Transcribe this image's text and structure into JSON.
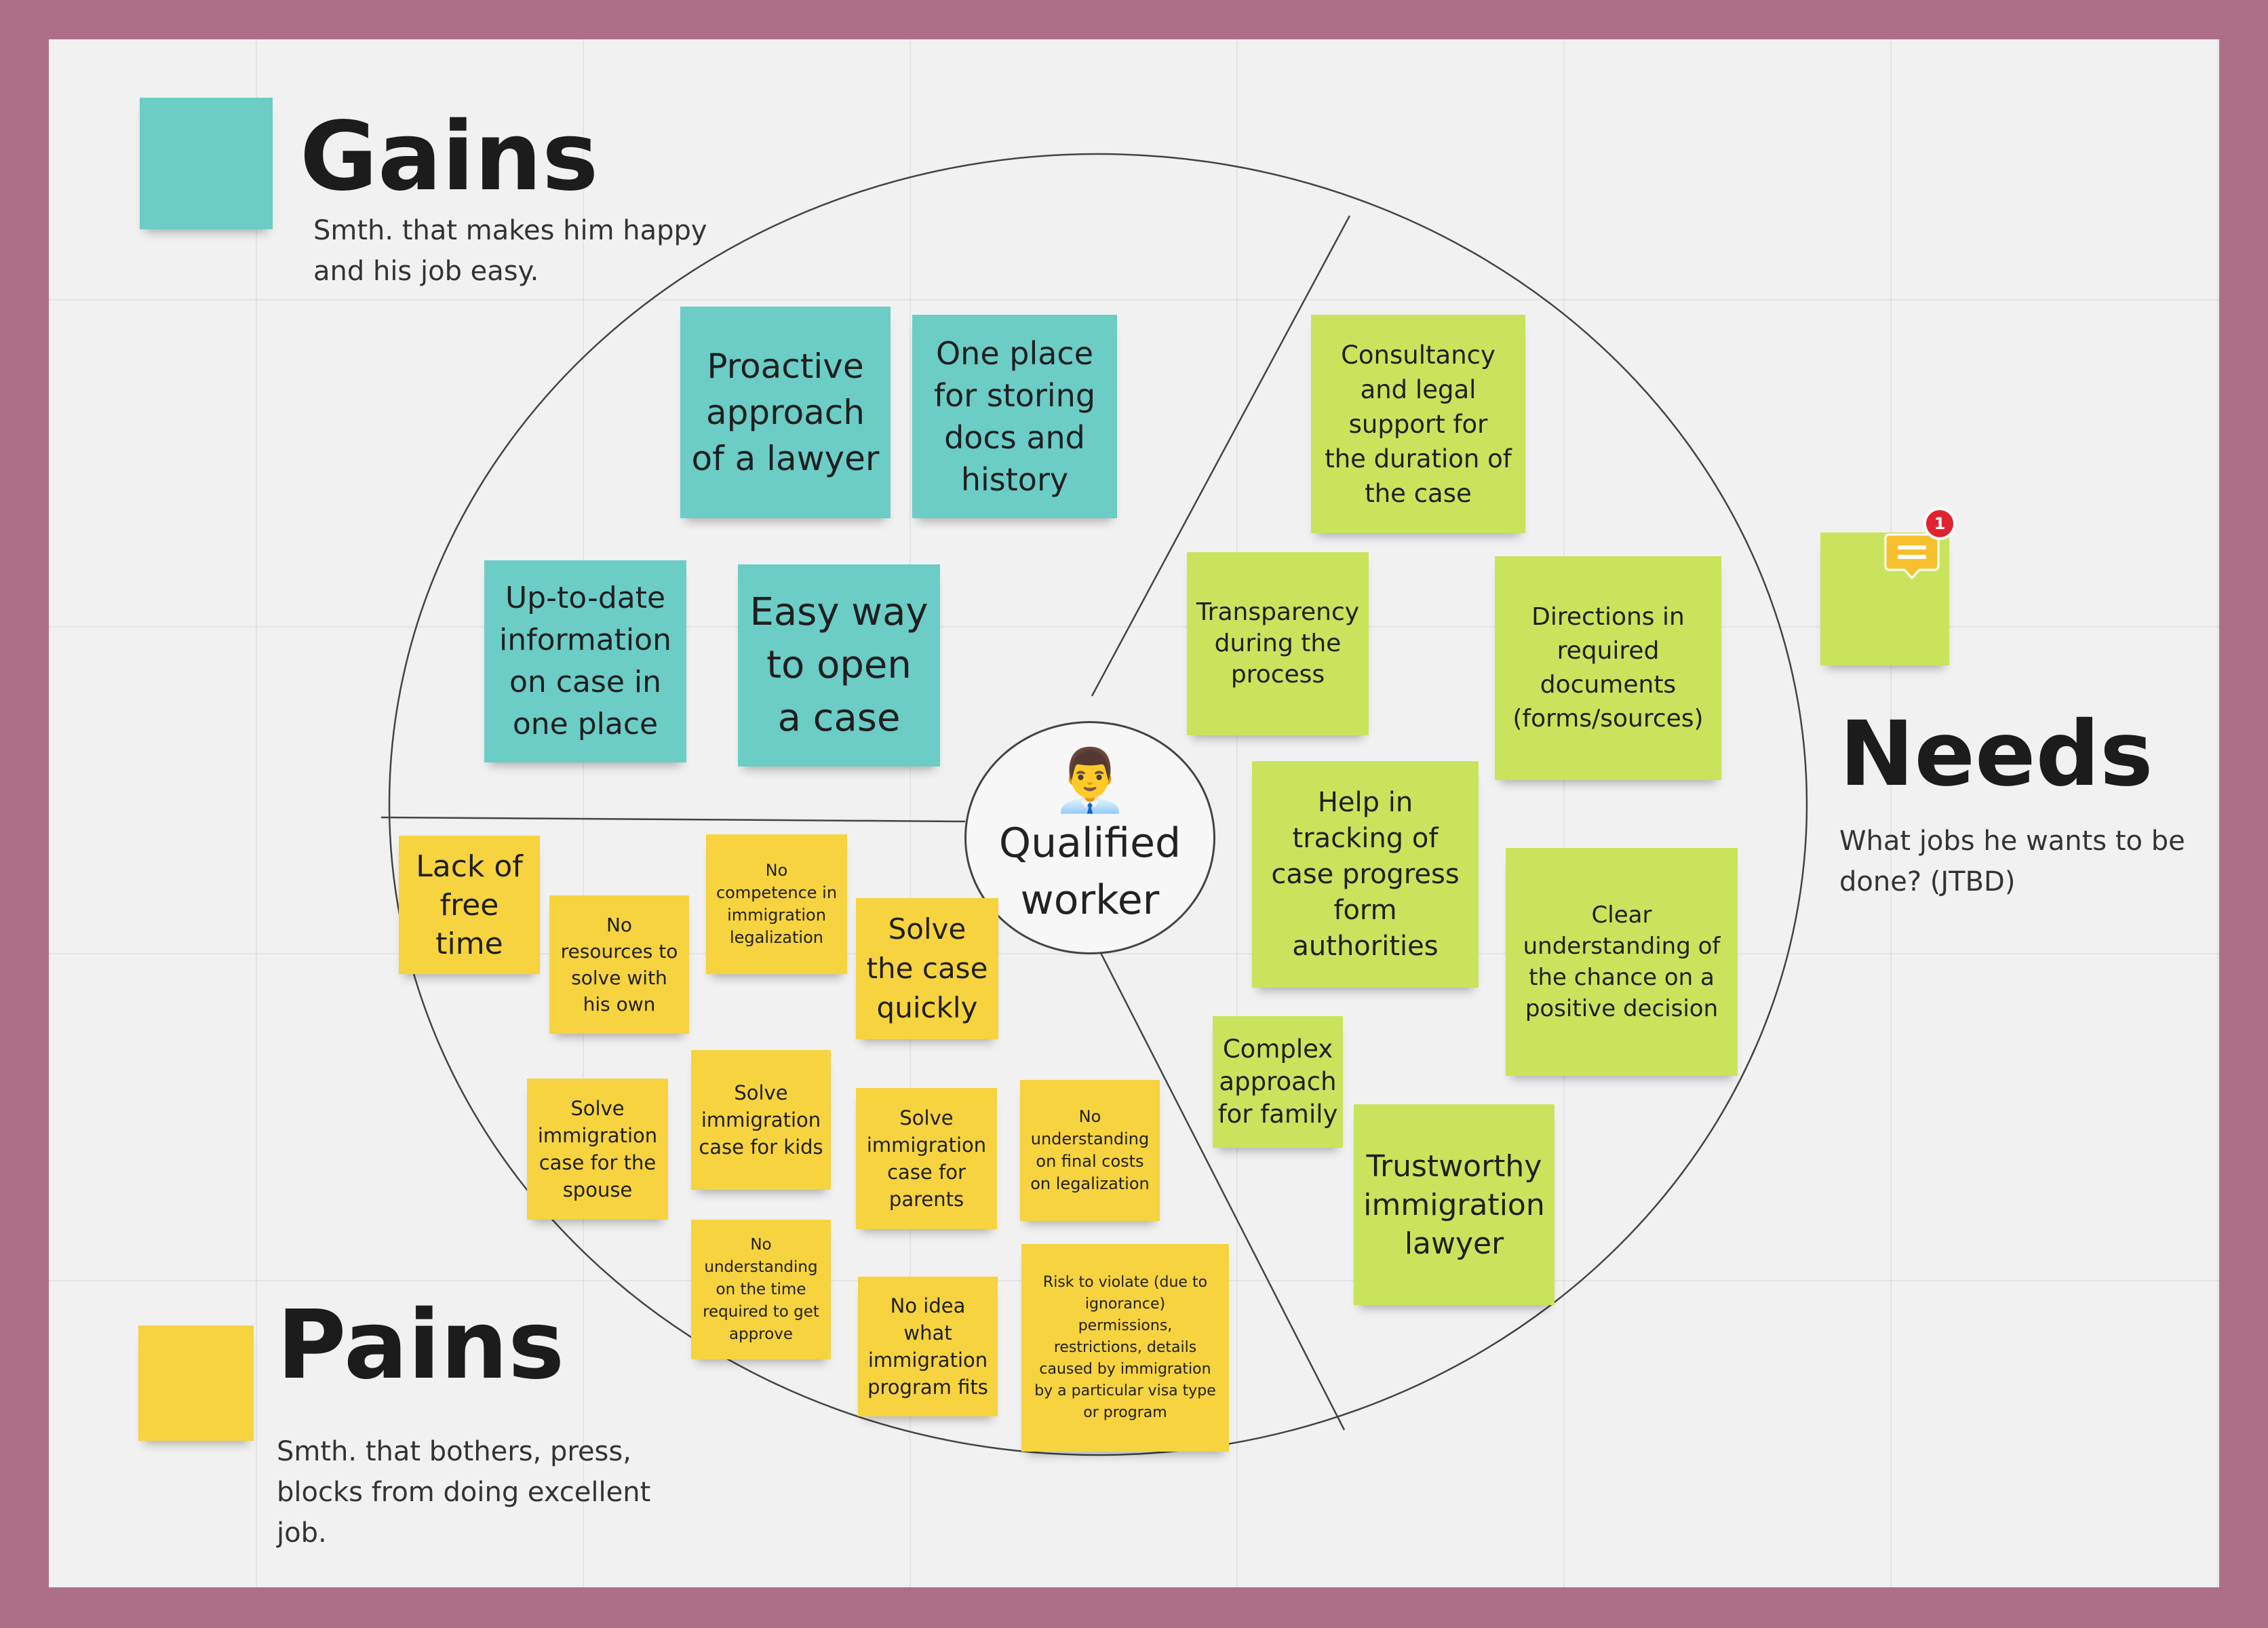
{
  "legend": {
    "gains": {
      "title": "Gains",
      "subtitle": "Smth. that makes him happy\nand his job easy.",
      "color": "#6cccc6"
    },
    "pains": {
      "title": "Pains",
      "subtitle": "Smth. that bothers, press,\nblocks from doing excellent\njob.",
      "color": "#f6d33f"
    },
    "needs": {
      "title": "Needs",
      "subtitle": "What jobs he wants to be\ndone? (JTBD)",
      "color": "#cae35c"
    }
  },
  "center": {
    "emoji": "👨‍💼",
    "icon": "office-worker-icon",
    "label": "Qualified\nworker"
  },
  "comment": {
    "count": "1",
    "icon": "comment-icon",
    "color": "#f6c02e",
    "badge_color": "#e0242f"
  },
  "notes": {
    "gains": [
      "Proactive\napproach\nof a lawyer",
      "One place\nfor storing\ndocs and\nhistory",
      "Up-to-date\ninformation\non case in\none place",
      "Easy way\nto open\na case"
    ],
    "needs": [
      "Consultancy\nand legal\nsupport for\nthe duration of\nthe case",
      "Transparency\nduring the\nprocess",
      "Directions in\nrequired\ndocuments\n(forms/sources)",
      "Help in\ntracking of\ncase progress\nform\nauthorities",
      "Clear\nunderstanding of\nthe chance on a\npositive decision",
      "Complex\napproach\nfor family",
      "Trustworthy\nimmigration\nlawyer"
    ],
    "pains": [
      "Lack of\nfree\ntime",
      "No\nresources to\nsolve  with\nhis own",
      "No\ncompetence in\nimmigration\nlegalization",
      "Solve\nthe case\nquickly",
      "Solve\nimmigration\ncase for the\nspouse",
      "Solve\nimmigration\ncase for kids",
      "Solve\nimmigration\ncase for\nparents",
      "No\nunderstanding\non final costs\non legalization",
      "No\nunderstanding\non the time\nrequired to get\napprove",
      "No idea\nwhat\nimmigration\nprogram fits",
      "Risk to violate (due to\nignorance)\npermissions,\nrestrictions, details\ncaused by immigration\nby a particular visa type\nor program"
    ]
  }
}
